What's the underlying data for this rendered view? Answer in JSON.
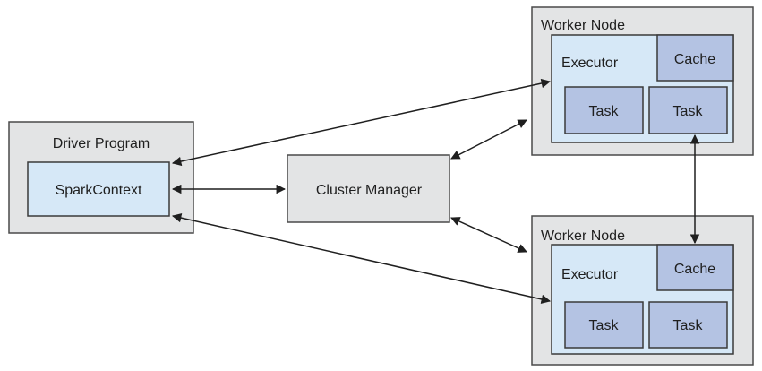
{
  "driver": {
    "title": "Driver Program",
    "context": "SparkContext"
  },
  "cluster_manager": {
    "label": "Cluster Manager"
  },
  "worker_nodes": [
    {
      "title": "Worker Node",
      "executor": "Executor",
      "cache": "Cache",
      "tasks": [
        "Task",
        "Task"
      ]
    },
    {
      "title": "Worker Node",
      "executor": "Executor",
      "cache": "Cache",
      "tasks": [
        "Task",
        "Task"
      ]
    }
  ]
}
